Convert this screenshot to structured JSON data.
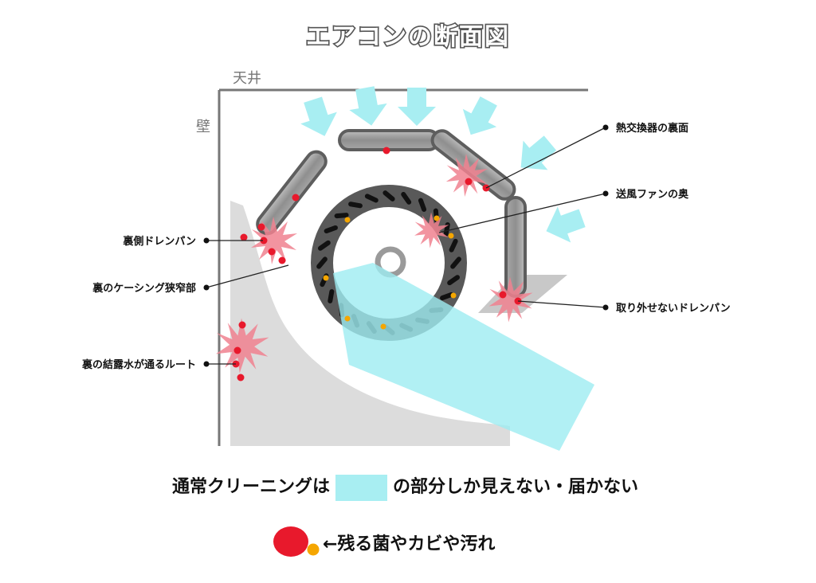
{
  "title": "エアコンの断面図",
  "wall_labels": {
    "ceiling": "天井",
    "wall": "壁"
  },
  "callouts": {
    "heat_exchanger_back": "熱交換器の裏面",
    "fan_interior": "送風ファンの奥",
    "fixed_drain_pan": "取り外せないドレンパン",
    "back_drain_pan": "裏側ドレンパン",
    "casing_gap": "裏のケーシング狭窄部",
    "condensation_route": "裏の結露水が通るルート"
  },
  "caption": {
    "before": "通常クリーニングは",
    "after": "の部分しか見えない・届かない"
  },
  "legend": {
    "text": "←残る菌やカビや汚れ"
  },
  "colors": {
    "cyan": "#a8eef2",
    "gray_part": "#999999",
    "dark_gray": "#595959",
    "light_gray": "#dcdcdc",
    "red": "#e8192c",
    "orange": "#f5a600",
    "burst_pink": "#f0818f"
  }
}
